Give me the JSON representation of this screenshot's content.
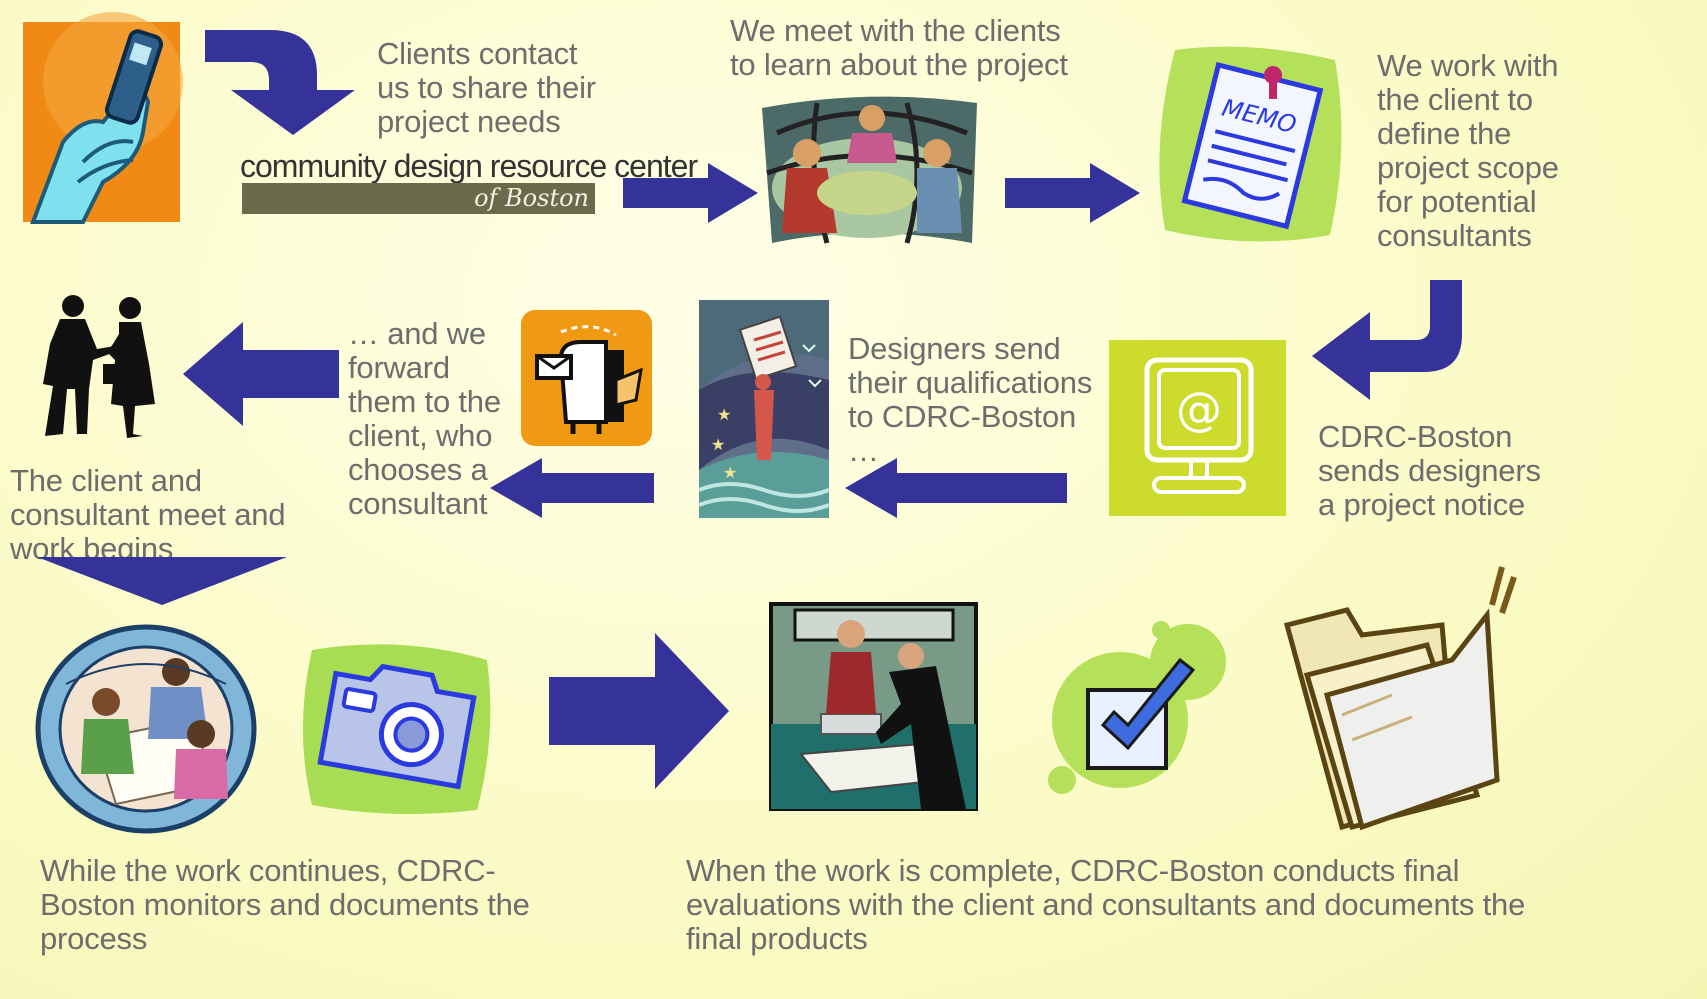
{
  "steps": {
    "s1": "Clients contact us to share their project needs",
    "s2": "We meet with the clients to learn about the project",
    "s3": "We work with the client to define the project scope for potential consultants",
    "s4": "CDRC-Boston sends designers a project notice",
    "s5": "Designers send their qualifications to CDRC-Boston …",
    "s6": "… and we forward them to the client, who chooses a consultant",
    "s7": "The client and consultant meet and work begins",
    "s8": "While the work continues, CDRC-Boston monitors and documents the process",
    "s9": "When the work is complete, CDRC-Boston conducts final evaluations with the client and consultants and documents the final products"
  },
  "logo": {
    "top": "community design resource center",
    "bottom": "of Boston"
  },
  "icons": {
    "memo_text": "MEMO",
    "at_symbol": "@"
  },
  "colors": {
    "arrow": "#35339a",
    "text": "#6d6d6d",
    "lime": "#b9e35a",
    "orange": "#f09a14",
    "yellow_green": "#cddc2c"
  }
}
